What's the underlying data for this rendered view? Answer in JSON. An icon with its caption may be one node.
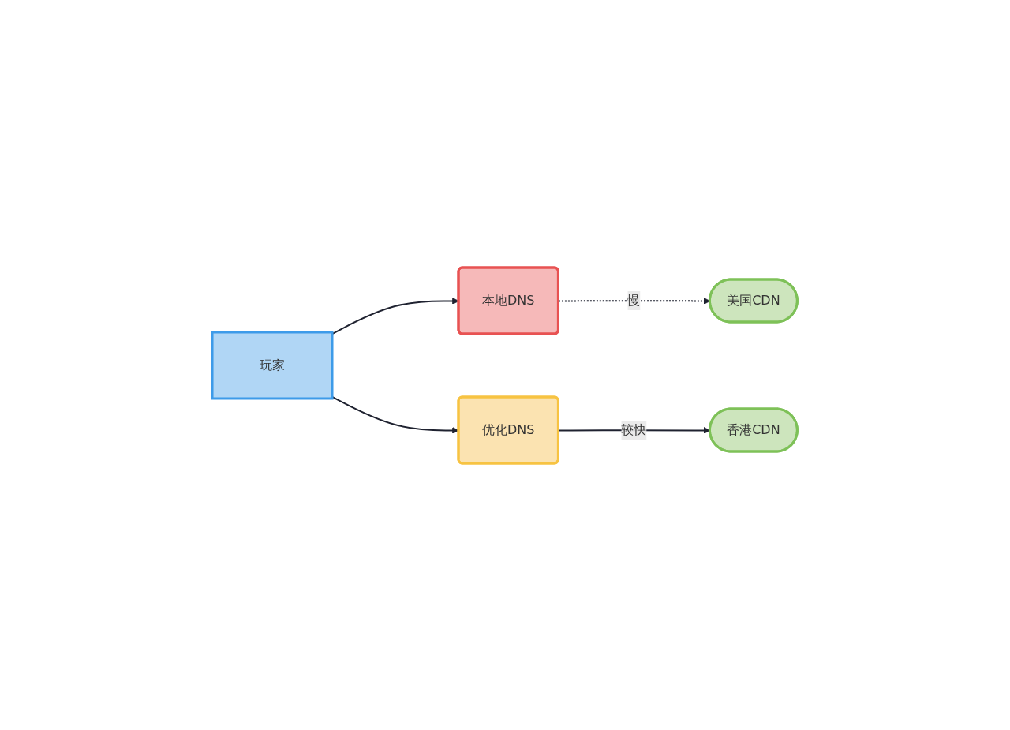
{
  "diagram": {
    "nodes": [
      {
        "text": [
          "玩家"
        ]
      },
      {
        "text": [
          "本地DNS"
        ]
      },
      {
        "text": [
          "美国CDN"
        ]
      },
      {
        "text": [
          "优化DNS"
        ]
      },
      {
        "text": [
          "香港CDN"
        ]
      }
    ],
    "edges": [
      {
        "from": 0,
        "to": 1,
        "arrow": "to"
      },
      {
        "from": 1,
        "to": 2,
        "arrow": "to",
        "label": "慢",
        "style": "dashed"
      },
      {
        "from": 0,
        "to": 3,
        "arrow": "to"
      },
      {
        "from": 3,
        "to": 4,
        "arrow": "to",
        "label": "较快"
      }
    ]
  }
}
